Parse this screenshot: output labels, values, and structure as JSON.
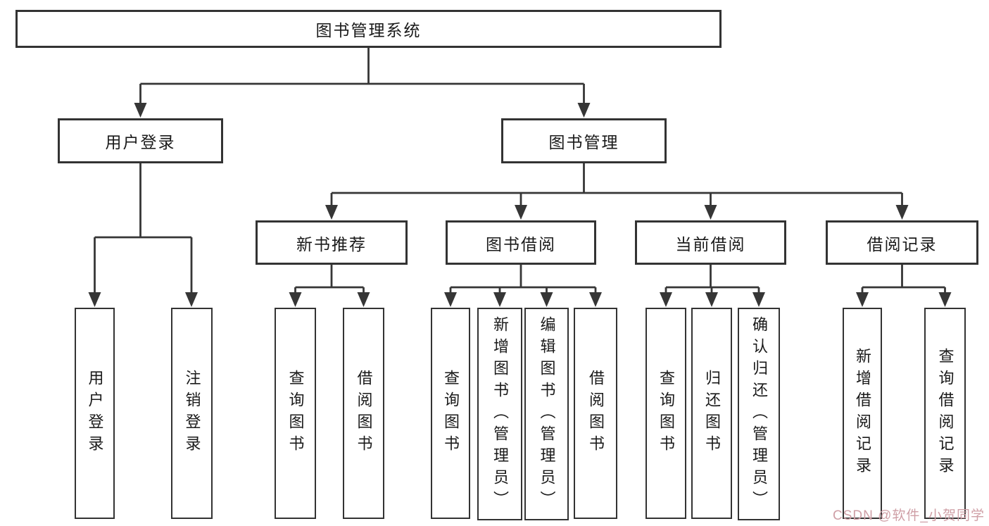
{
  "diagram": {
    "root": {
      "label": "图书管理系统"
    },
    "level2": [
      {
        "label": "用户登录"
      },
      {
        "label": "图书管理"
      }
    ],
    "level3": [
      {
        "label": "新书推荐"
      },
      {
        "label": "图书借阅"
      },
      {
        "label": "当前借阅"
      },
      {
        "label": "借阅记录"
      }
    ],
    "leaves": {
      "user_login": [
        "用户登录",
        "注销登录"
      ],
      "new_book": [
        "查询图书",
        "借阅图书"
      ],
      "book_borrow": [
        "查询图书",
        "新增图书（管理员）",
        "编辑图书（管理员）",
        "借阅图书"
      ],
      "current_borrow": [
        "查询图书",
        "归还图书",
        "确认归还（管理员）"
      ],
      "borrow_records": [
        "新增借阅记录",
        "查询借阅记录"
      ]
    }
  },
  "watermark": {
    "text": "CSDN @软件_小贺同学",
    "color": "#cf9fa6"
  },
  "colors": {
    "background": "#ffffff",
    "line": "#363636",
    "box_border": "#333333",
    "text": "#1a1a1a"
  }
}
